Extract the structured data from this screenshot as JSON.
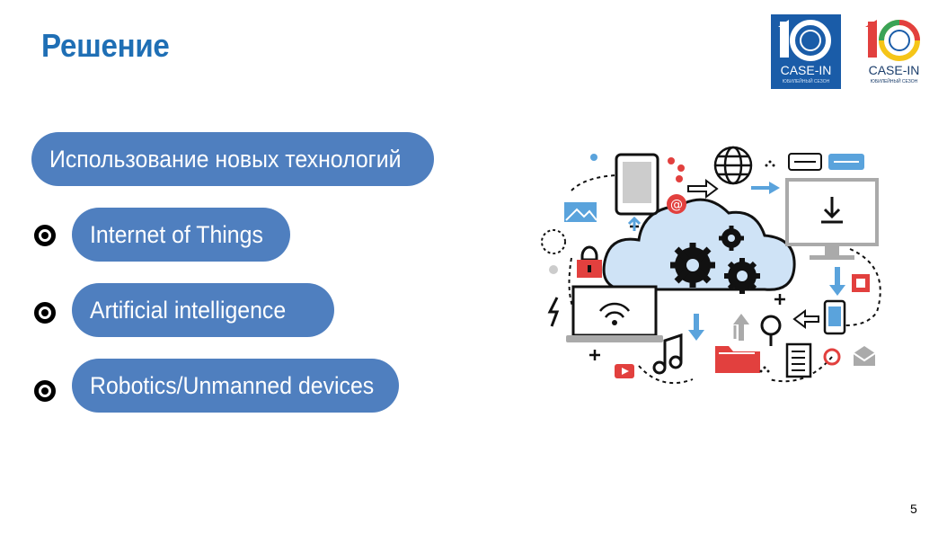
{
  "slide": {
    "title": "Решение",
    "page_number": "5"
  },
  "main_pill": {
    "label": "Использование новых технологий"
  },
  "items": [
    {
      "label": "Internet of Things"
    },
    {
      "label": "Artificial intelligence"
    },
    {
      "label": "Robotics/Unmanned devices"
    }
  ],
  "logos": {
    "blue": {
      "number": "10",
      "name": "CASE-IN",
      "subtitle": "ЮБИЛЕЙНЫЙ СЕЗОН"
    },
    "white": {
      "number": "10",
      "name": "CASE-IN",
      "subtitle": "ЮБИЛЕЙНЫЙ СЕЗОН"
    }
  },
  "colors": {
    "title": "#1f6fb5",
    "pill": "#4f7fbf",
    "logo_blue": "#1a5ca8",
    "cloud": "#cfe3f6",
    "accent_red": "#e2403e",
    "accent_blue": "#5aa3dc"
  },
  "icons": [
    "circle-bullet-icon",
    "cloud-icon",
    "gear-icon",
    "tablet-icon",
    "globe-icon",
    "monitor-icon",
    "laptop-icon",
    "padlock-icon",
    "smartphone-icon",
    "folder-icon",
    "music-note-icon",
    "magnifier-icon",
    "document-icon",
    "envelope-icon",
    "chat-bubble-icon",
    "at-sign-icon",
    "chip-icon",
    "lightning-icon",
    "image-icon",
    "play-icon"
  ]
}
